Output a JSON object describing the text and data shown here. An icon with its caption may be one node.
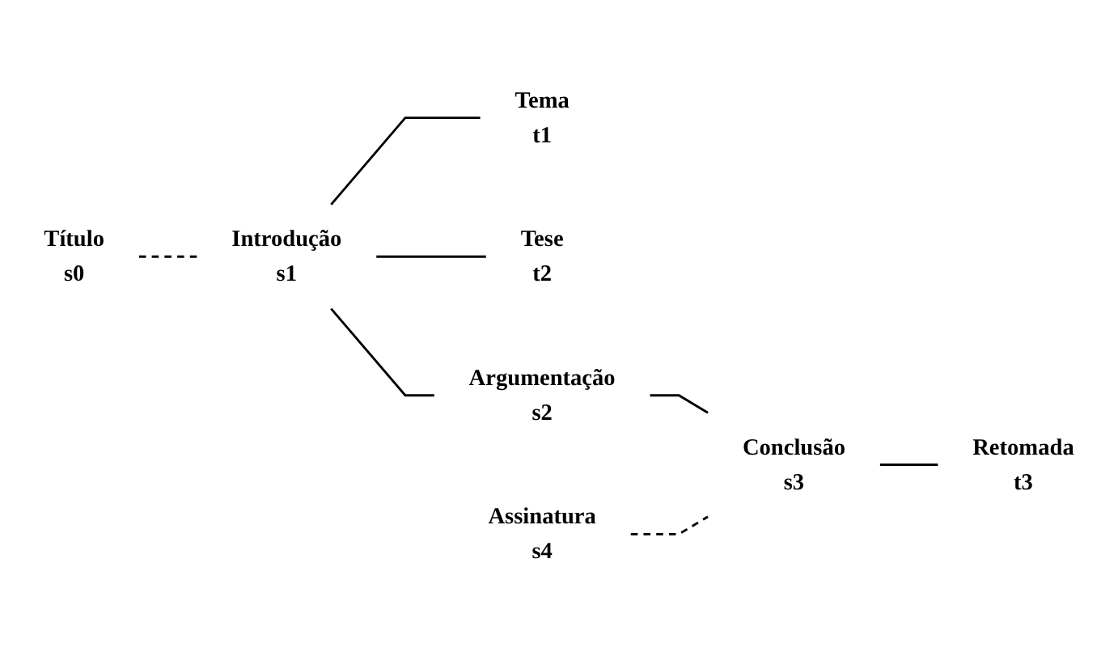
{
  "diagram": {
    "nodes": [
      {
        "text": [
          "Título",
          "s0"
        ]
      },
      {
        "text": [
          "Introdução",
          "s1"
        ]
      },
      {
        "text": [
          "Tema",
          "t1"
        ]
      },
      {
        "text": [
          "Tese",
          "t2"
        ]
      },
      {
        "text": [
          "Argumentação",
          "s2"
        ]
      },
      {
        "text": [
          "Assinatura",
          "s4"
        ]
      },
      {
        "text": [
          "Conclusão",
          "s3"
        ]
      },
      {
        "text": [
          "Retomada",
          "t3"
        ]
      }
    ],
    "edges": [
      {
        "from": 0,
        "to": 1,
        "arrow": "none",
        "style": "dashed"
      },
      {
        "from": 1,
        "to": 2,
        "arrow": "none"
      },
      {
        "from": 1,
        "to": 3,
        "arrow": "none"
      },
      {
        "from": 1,
        "to": 4,
        "arrow": "none"
      },
      {
        "from": 4,
        "to": 6,
        "arrow": "none"
      },
      {
        "from": 5,
        "to": 6,
        "arrow": "none",
        "style": "dashed"
      },
      {
        "from": 6,
        "to": 7,
        "arrow": "none"
      }
    ]
  }
}
